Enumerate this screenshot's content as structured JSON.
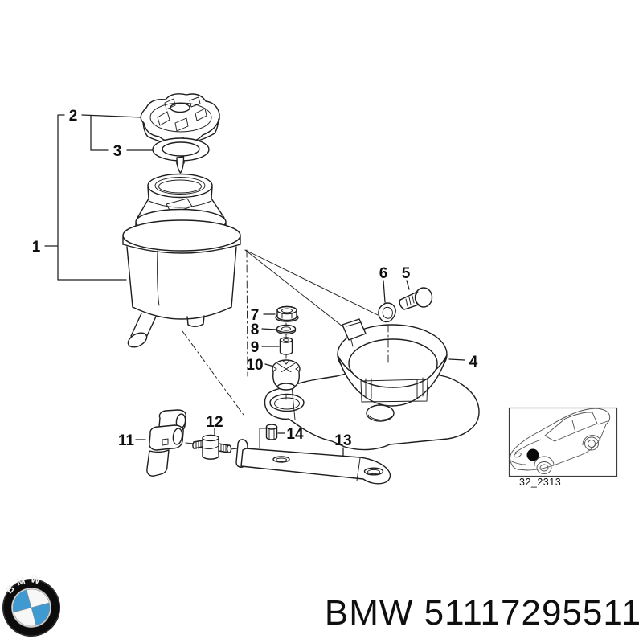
{
  "colors": {
    "line": "#1e1e1e",
    "text": "#0f0f0f",
    "car_line": "#4d4d4d",
    "frame": "#3c3c3c",
    "bmw_blue": "#3f9ad1"
  },
  "diagram": {
    "callouts": [
      {
        "label": "1"
      },
      {
        "label": "2"
      },
      {
        "label": "3"
      },
      {
        "label": "4"
      },
      {
        "label": "5"
      },
      {
        "label": "6"
      },
      {
        "label": "7"
      },
      {
        "label": "8"
      },
      {
        "label": "9"
      },
      {
        "label": "10"
      },
      {
        "label": "11"
      },
      {
        "label": "12"
      },
      {
        "label": "13"
      },
      {
        "label": "14"
      }
    ],
    "thumbnail": {
      "caption": "32_2313"
    }
  },
  "footer": {
    "logo_letters": "BMW",
    "part_text": "BMW 51117295511"
  }
}
